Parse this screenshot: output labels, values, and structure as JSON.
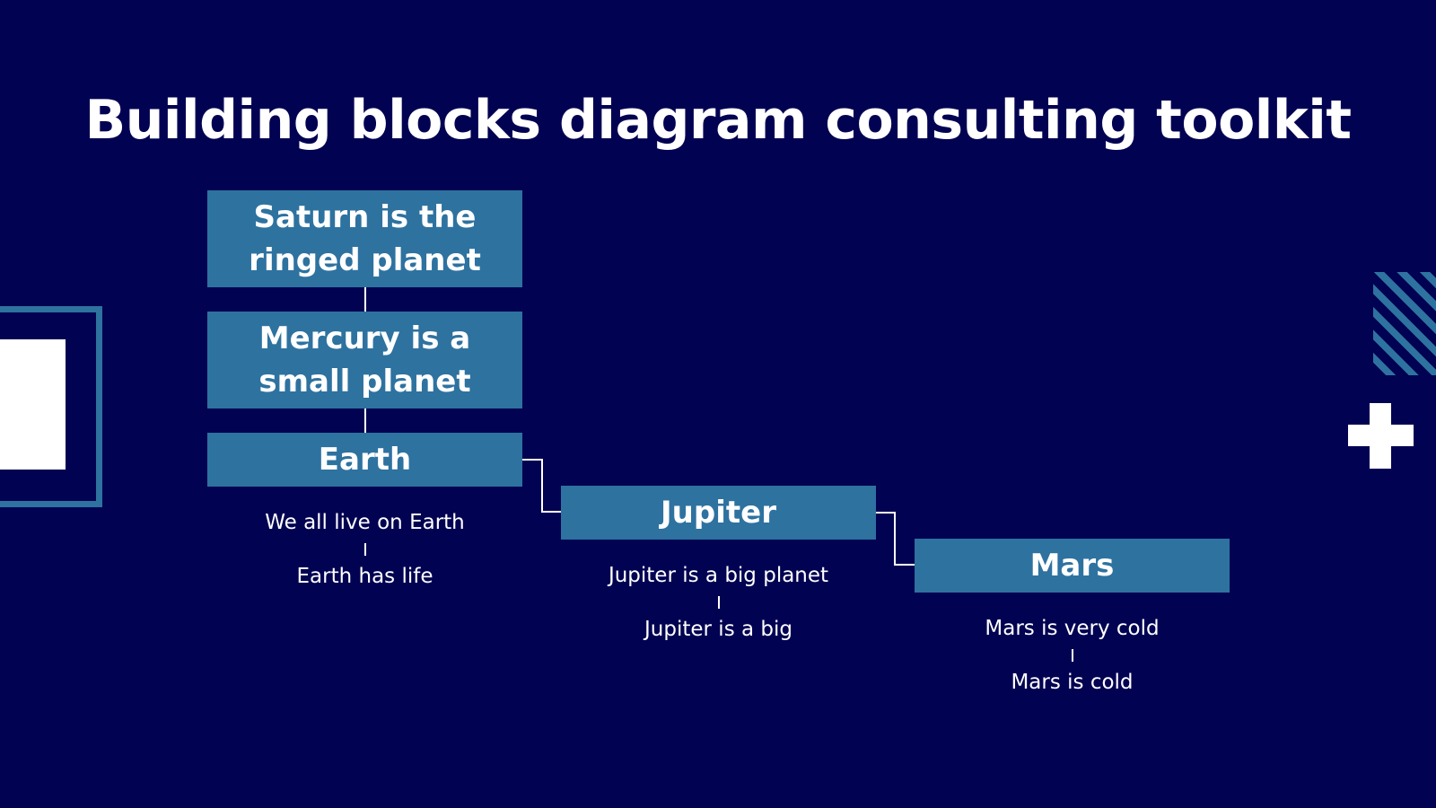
{
  "title": "Building blocks diagram consulting toolkit",
  "blocks": [
    {
      "label": "Saturn is the ringed planet"
    },
    {
      "label": "Mercury is a small planet"
    },
    {
      "label": "Earth",
      "caption_top": "We all live on Earth",
      "caption_bottom": "Earth has life"
    },
    {
      "label": "Jupiter",
      "caption_top": "Jupiter is a big planet",
      "caption_bottom": "Jupiter is a big"
    },
    {
      "label": "Mars",
      "caption_top": "Mars is very cold",
      "caption_bottom": "Mars is cold"
    }
  ],
  "colors": {
    "background": "#020252",
    "block": "#2e72a0",
    "text": "#ffffff"
  }
}
